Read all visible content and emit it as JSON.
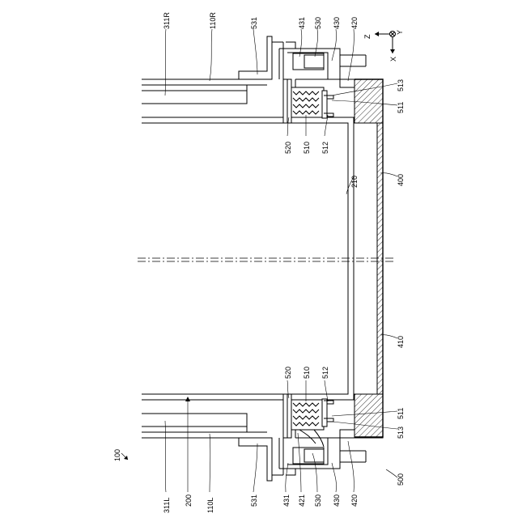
{
  "labels": {
    "l311R": "311R",
    "l110R": "110R",
    "l531_top": "531",
    "l431_top": "431",
    "l530_top": "530",
    "l430_top": "430",
    "l420_top": "420",
    "l513_top": "513",
    "l511_top": "511",
    "l520_top": "520",
    "l510_top": "510",
    "l512_top": "512",
    "l210": "210",
    "l400": "400",
    "l410": "410",
    "l520_bot": "520",
    "l510_bot": "510",
    "l512_bot": "512",
    "l511_bot": "511",
    "l513_bot": "513",
    "l100": "100",
    "l311L": "311L",
    "l200": "200",
    "l110L": "110L",
    "l531_bot": "531",
    "l431_bot": "431",
    "l421": "421",
    "l530_bot": "530",
    "l430_bot": "430",
    "l420_bot": "420",
    "l500": "500"
  },
  "axes": {
    "z": "Z",
    "y": "Y",
    "x": "X"
  }
}
